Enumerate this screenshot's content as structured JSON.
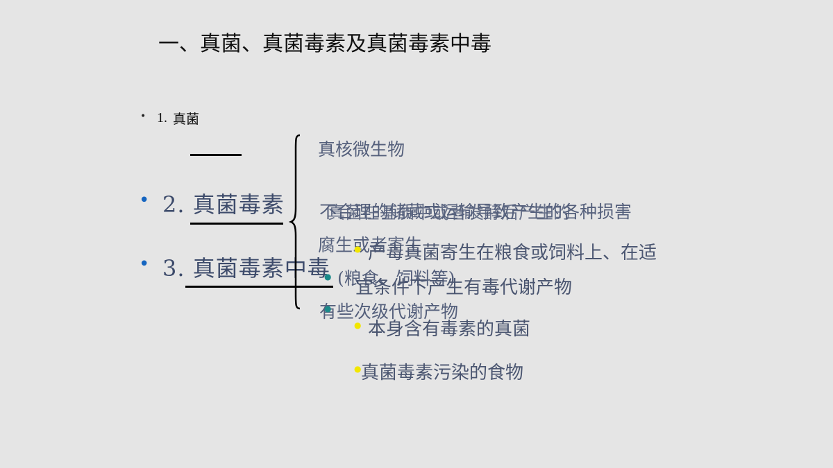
{
  "title": "一、真菌、真菌毒素及真菌毒素中毒",
  "items": {
    "b1_bullet": "•",
    "b1_num": "1.",
    "b1_text": "真菌",
    "b2_bullet": "•",
    "b2_text": "2. 真菌毒素",
    "b3_bullet": "•",
    "b3_text": "3. 真菌毒素中毒"
  },
  "brace_content": {
    "line1": "真核微生物",
    "line2a": "不合理的储藏或运输导致产生的各种损害",
    "line2b": "真菌在基质中或者发酵后产生的",
    "line3": "腐生或者寄生",
    "line4": "(粮食、饲料等)",
    "line5": "有些次级代谢产物"
  },
  "sub_list": {
    "item1a": "产毒真菌寄生在粮食或饲料上、在适",
    "item1b": "宜条件下产生有毒代谢产物",
    "item2": "本身含有毒素的真菌",
    "item3": "真菌毒素污染的食物"
  },
  "colors": {
    "background": "#e5e5e5",
    "bullet_blue": "#1565c0",
    "text_slate": "#3d4b6b",
    "dot_yellow": "#f2e600",
    "dot_teal": "#1a8a8a"
  }
}
